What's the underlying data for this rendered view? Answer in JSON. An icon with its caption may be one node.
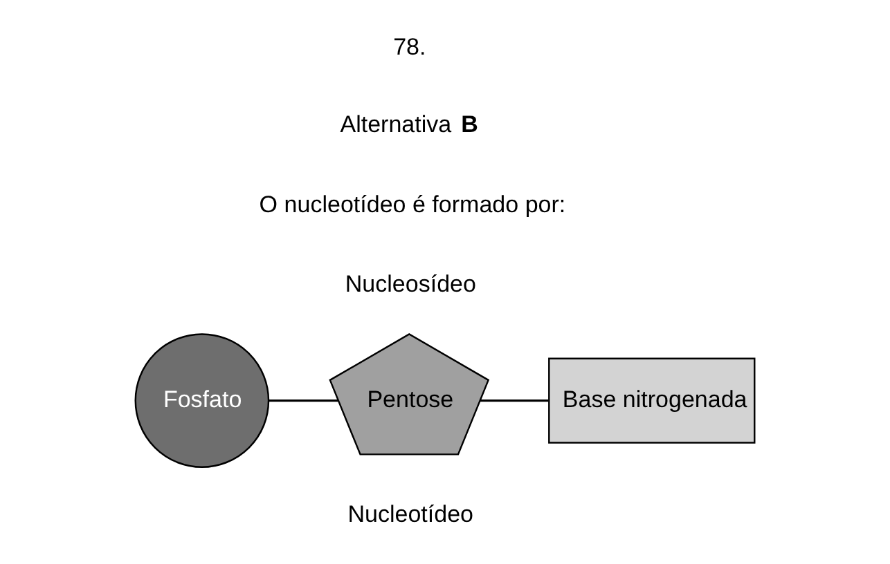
{
  "diagram": {
    "nodes": [
      {
        "text": [
          "Fosfato"
        ]
      },
      {
        "text": [
          "Pentose"
        ]
      },
      {
        "text": [
          "Base nitrogenada"
        ]
      }
    ],
    "edges": [
      {
        "from": 0,
        "to": 1,
        "arrow": "none"
      },
      {
        "from": 1,
        "to": 2,
        "arrow": "none"
      }
    ],
    "labels": [
      "78.",
      "Alternativa **B**",
      "O nucleotídeo é formado por:",
      "Nucleosídeo",
      "Nucleotídeo"
    ]
  }
}
